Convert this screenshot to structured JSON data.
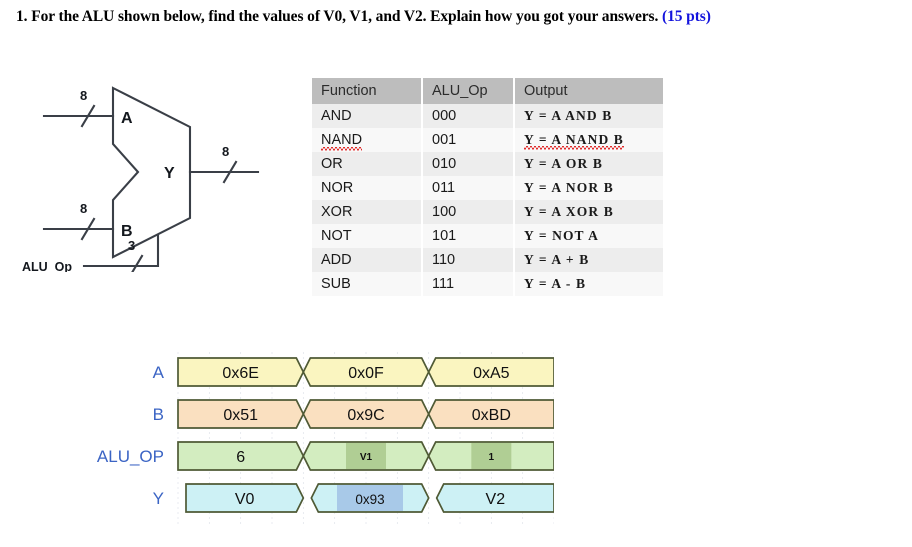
{
  "question": {
    "number": "1.",
    "text": "For the ALU shown below, find the values of V0, V1, and V2.  Explain how you got your answers.",
    "points": "(15 pts)"
  },
  "schematic": {
    "block_label": "ALU",
    "input_a_label": "A",
    "input_a_width": "8",
    "input_b_label": "B",
    "input_b_width": "8",
    "output_label": "Y",
    "output_width": "8",
    "control_label": "ALU_Op",
    "control_width": "3"
  },
  "truth_table": {
    "headers": [
      "Function",
      "ALU_Op",
      "Output"
    ],
    "rows": [
      {
        "function": "AND",
        "alu_op": "000",
        "output": "Y = A AND B",
        "misspelled_function": false,
        "misspelled_output": false
      },
      {
        "function": "NAND",
        "alu_op": "001",
        "output": "Y = A NAND B",
        "misspelled_function": true,
        "misspelled_output": true
      },
      {
        "function": "OR",
        "alu_op": "010",
        "output": "Y = A OR B",
        "misspelled_function": false,
        "misspelled_output": false
      },
      {
        "function": "NOR",
        "alu_op": "011",
        "output": "Y = A NOR B",
        "misspelled_function": false,
        "misspelled_output": false
      },
      {
        "function": "XOR",
        "alu_op": "100",
        "output": "Y = A XOR B",
        "misspelled_function": false,
        "misspelled_output": false
      },
      {
        "function": "NOT",
        "alu_op": "101",
        "output": "Y = NOT A",
        "misspelled_function": false,
        "misspelled_output": false
      },
      {
        "function": "ADD",
        "alu_op": "110",
        "output": "Y = A + B",
        "misspelled_function": false,
        "misspelled_output": false
      },
      {
        "function": "SUB",
        "alu_op": "111",
        "output": "Y = A - B",
        "misspelled_function": false,
        "misspelled_output": false
      }
    ]
  },
  "waveform": {
    "signals": [
      {
        "name": "A",
        "fill": "#faf5c0",
        "stroke": "#4f5a35",
        "segments": [
          {
            "value": "0x6E",
            "highlight": false
          },
          {
            "value": "0x0F",
            "highlight": false
          },
          {
            "value": "0xA5",
            "highlight": false
          }
        ]
      },
      {
        "name": "B",
        "fill": "#fae0c0",
        "stroke": "#4f5a35",
        "segments": [
          {
            "value": "0x51",
            "highlight": false
          },
          {
            "value": "0x9C",
            "highlight": false
          },
          {
            "value": "0xBD",
            "highlight": false
          }
        ]
      },
      {
        "name": "ALU_OP",
        "fill": "#d3edc0",
        "stroke": "#4f5a35",
        "highlight_fill": "#b0ce94",
        "segments": [
          {
            "value": "6",
            "highlight": false
          },
          {
            "value": "V1",
            "highlight": true
          },
          {
            "value": "1",
            "highlight": true
          }
        ]
      },
      {
        "name": "Y",
        "fill": "#cdf1f5",
        "stroke": "#4f5a35",
        "highlight_fill": "#a8c9e8",
        "segments": [
          {
            "value": "V0",
            "highlight": false
          },
          {
            "value": "0x93",
            "highlight": true
          },
          {
            "value": "V2",
            "highlight": false
          }
        ]
      }
    ],
    "label_color": "#3b64c4"
  }
}
